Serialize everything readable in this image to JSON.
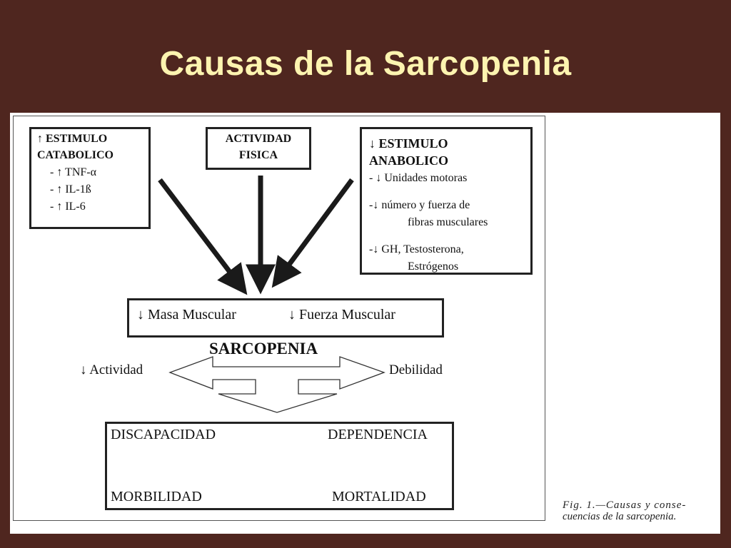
{
  "slide": {
    "title": "Causas de la Sarcopenia"
  },
  "catabolic": {
    "heading_line1": "↑ ESTIMULO",
    "heading_line2": "CATABOLICO",
    "items": [
      "- ↑ TNF-α",
      "- ↑ IL-1ß",
      "- ↑ IL-6"
    ]
  },
  "activity": {
    "line1": "ACTIVIDAD",
    "line2": "FISICA"
  },
  "anabolic": {
    "heading_line1": "↓ ESTIMULO",
    "heading_line2": "ANABOLICO",
    "item1": "- ↓ Unidades motoras",
    "item2_line1": "-↓ número y fuerza de",
    "item2_line2": "fibras musculares",
    "item3_line1": "-↓ GH, Testosterona,",
    "item3_line2": "Estrógenos"
  },
  "muscle": {
    "mass": "↓  Masa Muscular",
    "strength": "↓ Fuerza Muscular"
  },
  "sarcopenia": {
    "label": "SARCOPENIA",
    "left": "↓ Actividad",
    "right": "Debilidad"
  },
  "outcomes": {
    "top_left": "DISCAPACIDAD",
    "top_right": "DEPENDENCIA",
    "bottom_left": "MORBILIDAD",
    "bottom_right": "MORTALIDAD"
  },
  "caption": {
    "line1": "Fig. 1.—Causas y conse-",
    "line2": "cuencias de la sarcopenia."
  }
}
